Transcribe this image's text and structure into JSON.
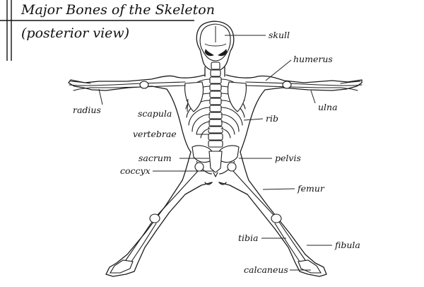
{
  "title": "Major Bones of the Skeleton",
  "subtitle": "(posterior view)",
  "labels": {
    "skull": "skull",
    "humerus": "humerus",
    "radius": "radius",
    "scapula": "scapula",
    "ulna": "ulna",
    "rib": "rib",
    "vertebrae": "vertebrae",
    "sacrum": "sacrum",
    "pelvis": "pelvis",
    "coccyx": "coccyx",
    "femur": "femur",
    "tibia": "tibia",
    "fibula": "fibula",
    "calcaneus": "calcaneus"
  }
}
